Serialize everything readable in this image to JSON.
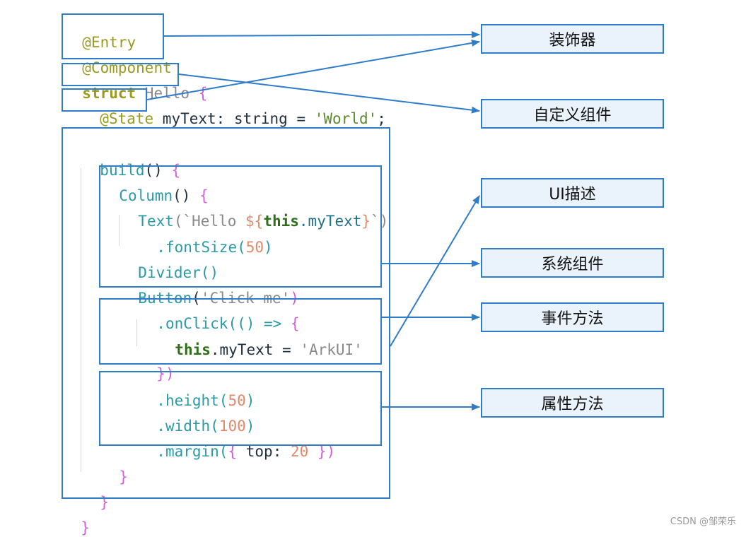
{
  "code": {
    "line1": "@Entry",
    "line2": "@Component",
    "line3_kw": "struct",
    "line3_name": " Hello",
    "line3_brace": " {",
    "line4_ann": "@State",
    "line4_rest_a": " myText: ",
    "line4_type": "string",
    "line4_rest_b": " = ",
    "line4_str": "'World'",
    "line4_end": ";",
    "build_fn": "build",
    "build_rest": "() ",
    "build_brace": "{",
    "column_fn": "Column",
    "column_rest": "() ",
    "column_brace": "{",
    "text_fn": "Text",
    "text_open": "(`Hello ",
    "text_interp_open": "${",
    "text_this": "this",
    "text_dot_prop": ".myText",
    "text_interp_close": "}",
    "text_close": "`)",
    "fontsize_dot": ".fontSize(",
    "fontsize_num": "50",
    "fontsize_close": ")",
    "divider": "Divider()",
    "button_fn": "Button",
    "button_open": "(",
    "button_str": "'Click me'",
    "button_close": ")",
    "onclick_dot": ".onClick(",
    "onclick_arrow": "() => ",
    "onclick_brace": "{",
    "assign_this": "this",
    "assign_prop": ".myText",
    "assign_eq": " = ",
    "assign_str": "'ArkUI'",
    "close_onclick": "})",
    "height_dot": ".height(",
    "height_num": "50",
    "height_close": ")",
    "width_dot": ".width(",
    "width_num": "100",
    "width_close": ")",
    "margin_dot": ".margin(",
    "margin_brace_open": "{ ",
    "margin_key": "top",
    "margin_colon": ": ",
    "margin_num": "20",
    "margin_brace_close": " })",
    "close_column": "}",
    "close_build": "}",
    "close_struct": "}"
  },
  "labels": {
    "decorator": "装饰器",
    "custom_component": "自定义组件",
    "ui_desc": "UI描述",
    "system_component": "系统组件",
    "event_method": "事件方法",
    "attribute_method": "属性方法"
  },
  "watermark": "CSDN @邹荣乐",
  "colors": {
    "box_border": "#2f7cc9",
    "label_fill": "#eaf3fb"
  }
}
